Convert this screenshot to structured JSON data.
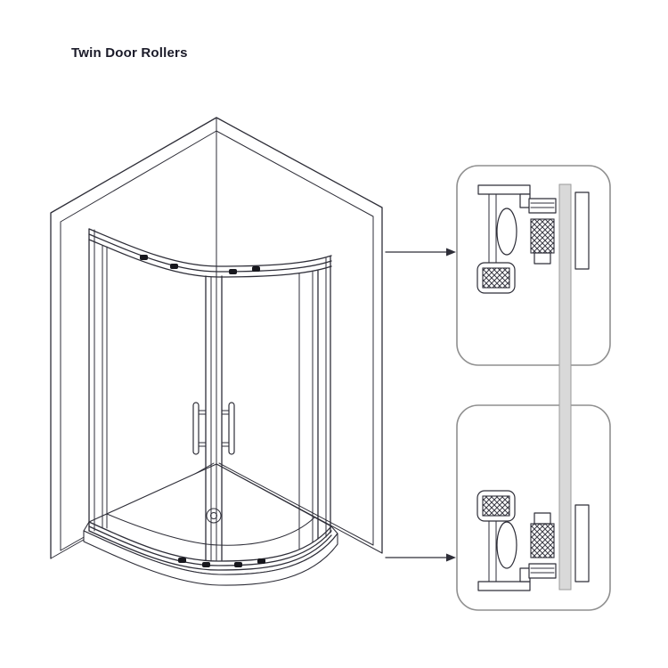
{
  "page": {
    "title": "Twin Door Rollers"
  },
  "diagram": {
    "subject": "quadrant-shower-enclosure-twin-sliding-doors",
    "callouts": {
      "top": {
        "name": "top-roller-detail"
      },
      "bottom": {
        "name": "bottom-roller-detail"
      }
    },
    "colors": {
      "line": "#2e2e38",
      "roller": "#17171d",
      "callout_border": "#8f8f8f",
      "glass_fill": "#d9d9d9",
      "glass_border": "#9a9a9a",
      "background": "#ffffff"
    }
  }
}
